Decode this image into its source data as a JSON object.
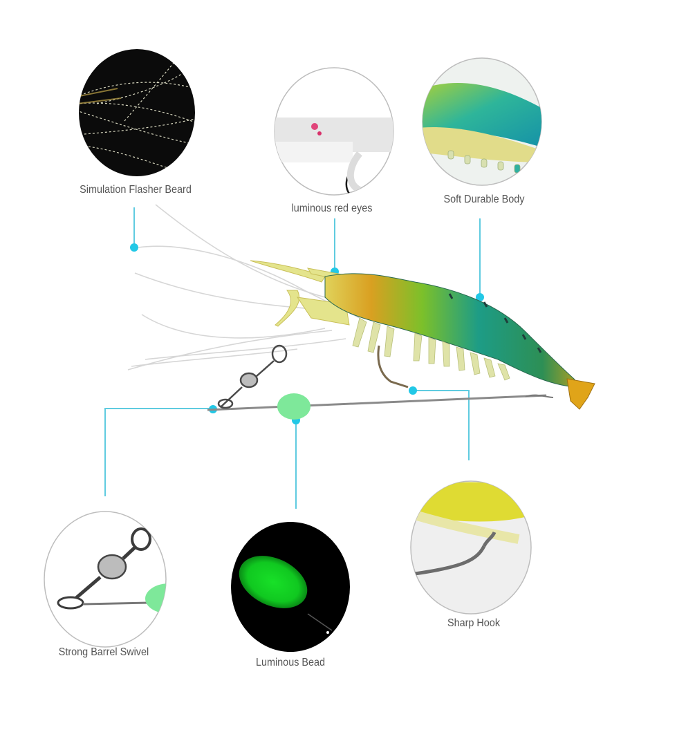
{
  "diagram": {
    "subject": "Luminous shrimp fishing lure",
    "accent_color": "#3cc7df",
    "callouts": [
      {
        "id": "flasher-beard",
        "label": "Simulation Flasher Beard",
        "position": "top-left",
        "circle_background": "#0a0a0a"
      },
      {
        "id": "red-eyes",
        "label": "luminous red eyes",
        "position": "top-center",
        "circle_background": "#efefef"
      },
      {
        "id": "soft-body",
        "label": "Soft Durable Body",
        "position": "top-right",
        "circle_background": "#e9eeea"
      },
      {
        "id": "barrel-swivel",
        "label": "Strong Barrel Swivel",
        "position": "bottom-left",
        "circle_background": "#ffffff"
      },
      {
        "id": "luminous-bead",
        "label": "Luminous Bead",
        "position": "bottom-center",
        "circle_background": "#000000"
      },
      {
        "id": "sharp-hook",
        "label": "Sharp Hook",
        "position": "bottom-right",
        "circle_background": "#ececec"
      }
    ]
  }
}
